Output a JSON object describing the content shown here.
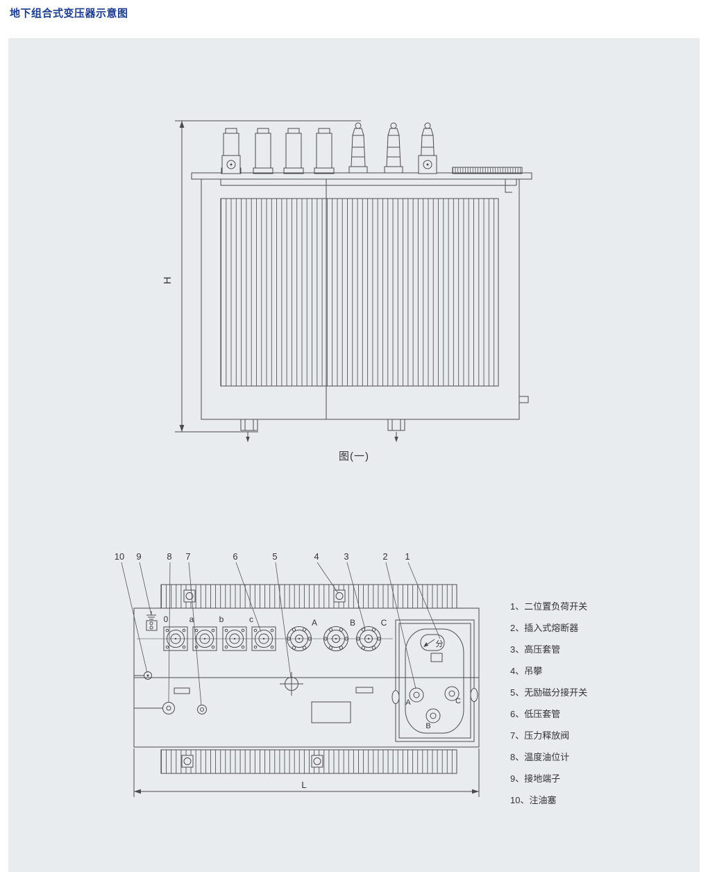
{
  "page": {
    "title": "地下组合式变压器示意图"
  },
  "figure1": {
    "caption": "图(一)",
    "dim_label": "H"
  },
  "figure2": {
    "dim_label": "L",
    "switch_label": "分",
    "callouts": [
      "10",
      "9",
      "8",
      "7",
      "6",
      "5",
      "4",
      "3",
      "2",
      "1"
    ],
    "lv_labels": [
      "0",
      "a",
      "b",
      "c"
    ],
    "hv_labels": [
      "A",
      "B",
      "C"
    ],
    "fuse_labels": [
      "A",
      "C",
      "B"
    ]
  },
  "legend": {
    "items": [
      "1、二位置负荷开关",
      "2、插入式熔断器",
      "3、高压套管",
      "4、吊攀",
      "5、无励磁分接开关",
      "6、低压套管",
      "7、压力释放阀",
      "8、温度油位计",
      "9、接地端子",
      "10、注油塞"
    ]
  }
}
